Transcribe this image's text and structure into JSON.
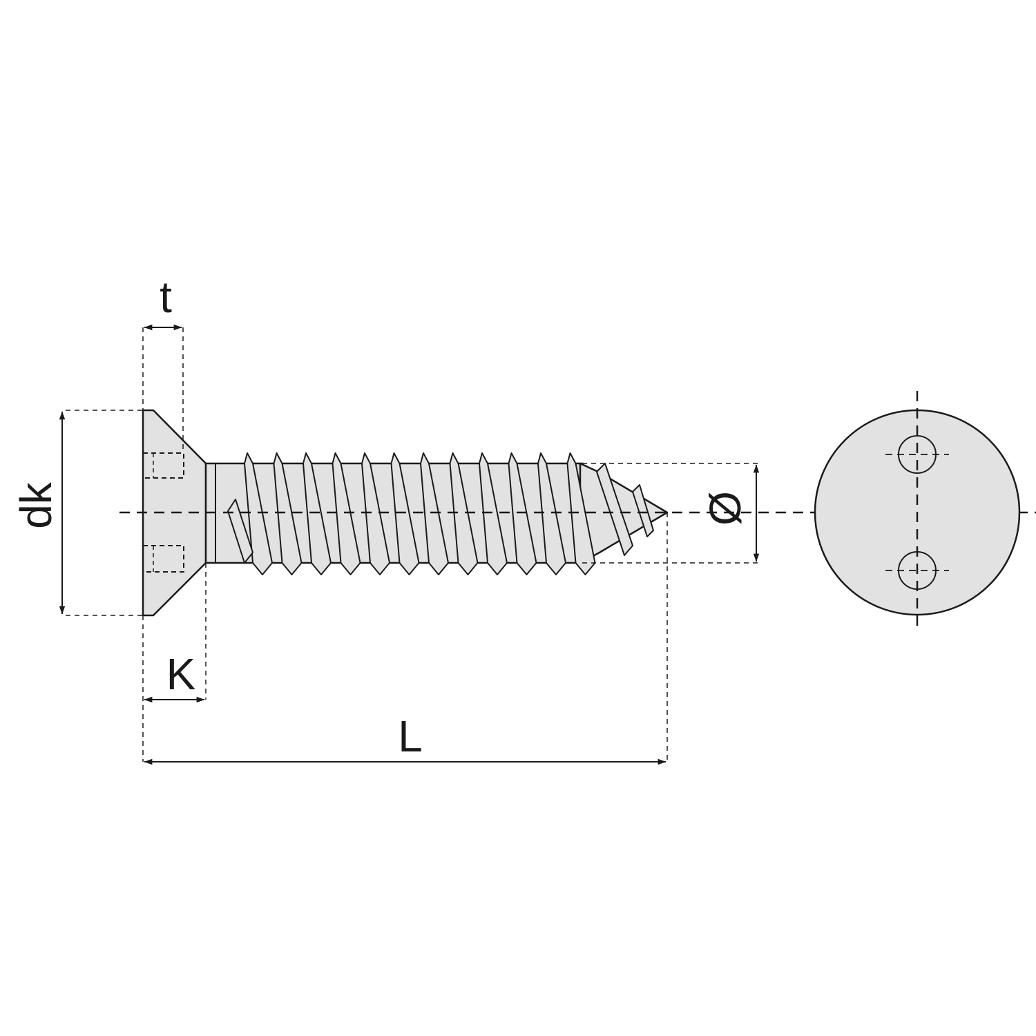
{
  "labels": {
    "t": "t",
    "dk": "dk",
    "k": "K",
    "l": "L",
    "diameter": "Ø"
  },
  "colors": {
    "fill": "#e2e2e3",
    "stroke": "#1a1a1a",
    "background": "#ffffff"
  },
  "thread_count": 12
}
